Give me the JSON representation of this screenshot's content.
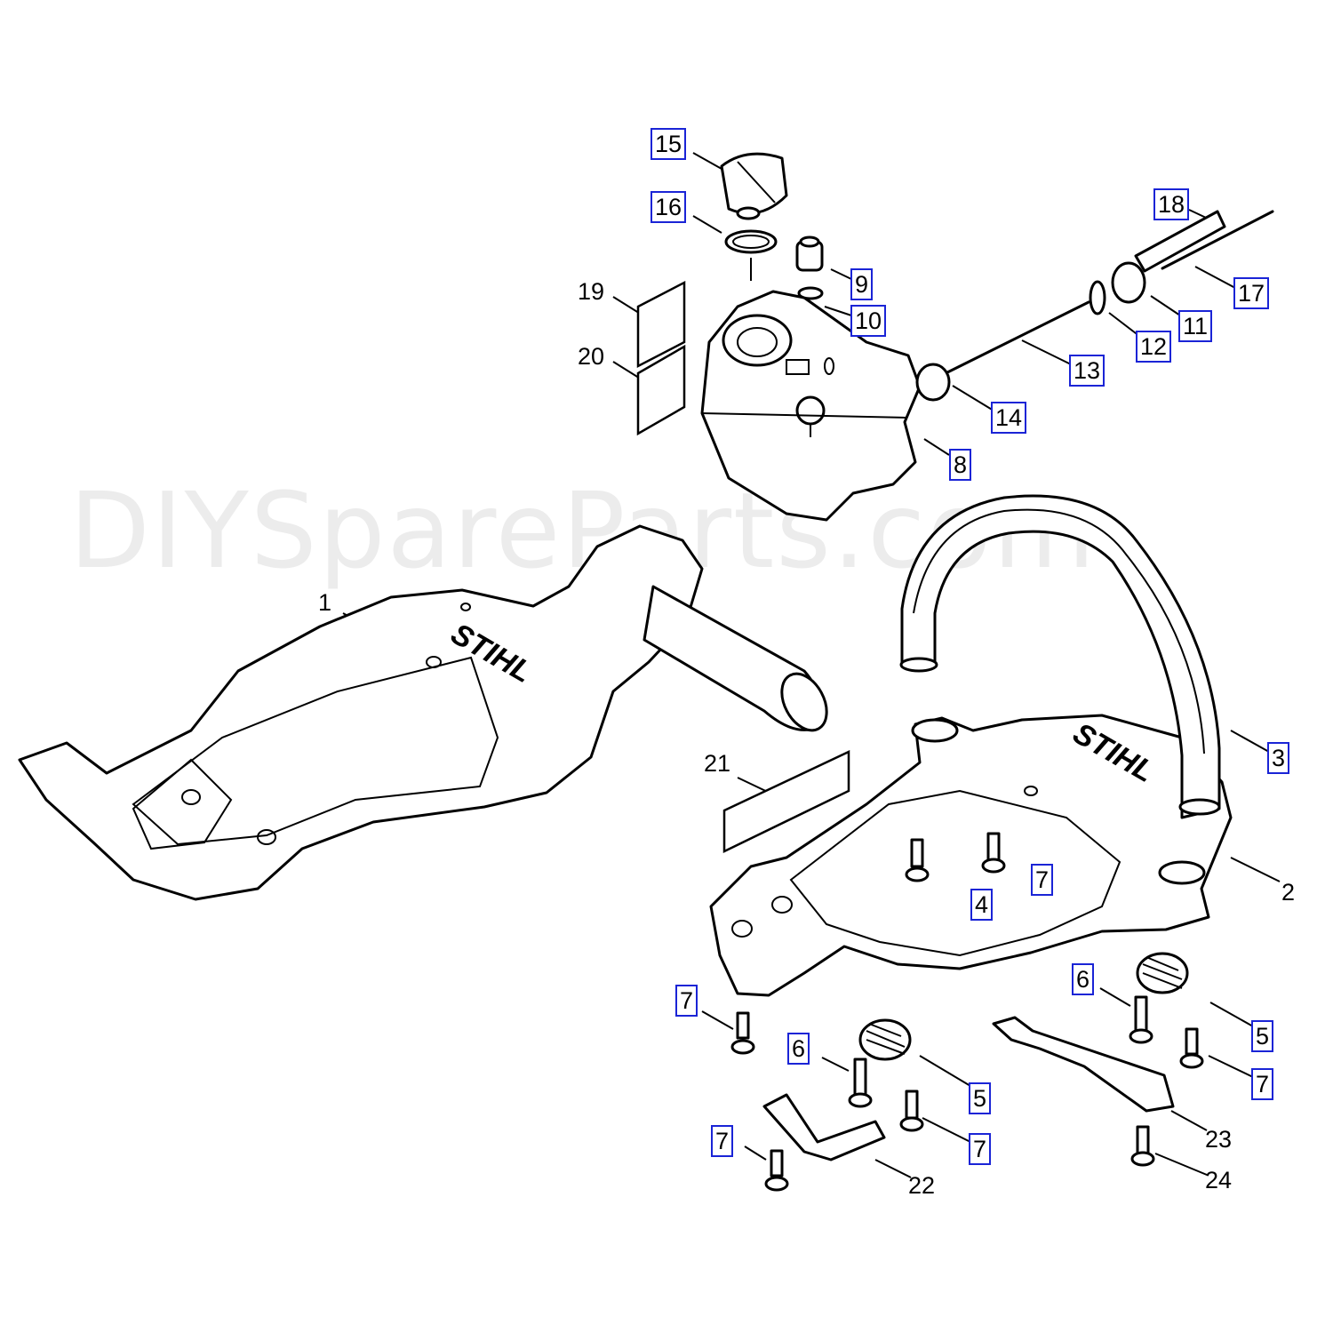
{
  "watermark": "DIYSpareParts.com",
  "brand_logo": "STIHL",
  "callouts": [
    {
      "id": "c15",
      "text": "15",
      "linked": true
    },
    {
      "id": "c16",
      "text": "16",
      "linked": true
    },
    {
      "id": "c9",
      "text": "9",
      "linked": true
    },
    {
      "id": "c10",
      "text": "10",
      "linked": true
    },
    {
      "id": "c19",
      "text": "19",
      "linked": false
    },
    {
      "id": "c20",
      "text": "20",
      "linked": false
    },
    {
      "id": "c8",
      "text": "8",
      "linked": true
    },
    {
      "id": "c18",
      "text": "18",
      "linked": true
    },
    {
      "id": "c17",
      "text": "17",
      "linked": true
    },
    {
      "id": "c11",
      "text": "11",
      "linked": true
    },
    {
      "id": "c12",
      "text": "12",
      "linked": true
    },
    {
      "id": "c13",
      "text": "13",
      "linked": true
    },
    {
      "id": "c14",
      "text": "14",
      "linked": true
    },
    {
      "id": "c1",
      "text": "1",
      "linked": false
    },
    {
      "id": "c3",
      "text": "3",
      "linked": true
    },
    {
      "id": "c21",
      "text": "21",
      "linked": false
    },
    {
      "id": "c2",
      "text": "2",
      "linked": false
    },
    {
      "id": "c7a",
      "text": "7",
      "linked": true
    },
    {
      "id": "c4",
      "text": "4",
      "linked": true
    },
    {
      "id": "c6a",
      "text": "6",
      "linked": true
    },
    {
      "id": "c5a",
      "text": "5",
      "linked": true
    },
    {
      "id": "c7b",
      "text": "7",
      "linked": true
    },
    {
      "id": "c7c",
      "text": "7",
      "linked": true
    },
    {
      "id": "c6b",
      "text": "6",
      "linked": true
    },
    {
      "id": "c5b",
      "text": "5",
      "linked": true
    },
    {
      "id": "c7d",
      "text": "7",
      "linked": true
    },
    {
      "id": "c7e",
      "text": "7",
      "linked": true
    },
    {
      "id": "c23",
      "text": "23",
      "linked": false
    },
    {
      "id": "c24",
      "text": "24",
      "linked": false
    },
    {
      "id": "c22",
      "text": "22",
      "linked": false
    }
  ]
}
